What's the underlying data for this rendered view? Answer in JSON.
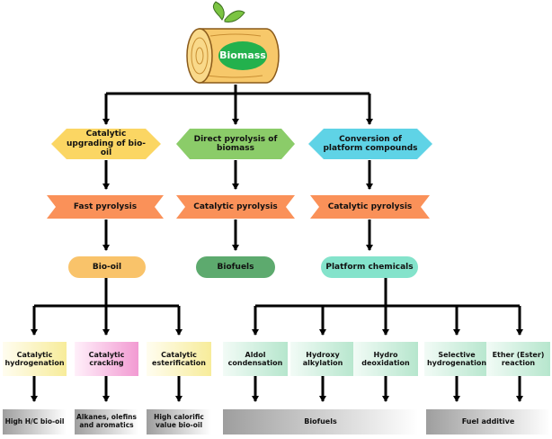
{
  "root": {
    "label": "Biomass"
  },
  "routes": [
    {
      "title": "Catalytic upgrading of bio-oil",
      "process": "Fast pyrolysis",
      "product": "Bio-oil",
      "colors": {
        "route": "#fbd663",
        "product": "#f9c36a"
      }
    },
    {
      "title": "Direct pyrolysis of biomass",
      "process": "Catalytic pyrolysis",
      "product": "Biofuels",
      "colors": {
        "route": "#8bcc69",
        "product": "#5daa6e"
      }
    },
    {
      "title": "Conversion of platform compounds",
      "process": "Catalytic pyrolysis",
      "product": "Platform chemicals",
      "colors": {
        "route": "#5fd3e6",
        "product": "#84e3cb"
      }
    }
  ],
  "bio_oil_branches": [
    "Catalytic hydrogenation",
    "Catalytic cracking",
    "Catalytic esterification"
  ],
  "platform_branches": [
    "Aldol condensation",
    "Hydroxy alkylation",
    "Hydro deoxidation",
    "Selective hydrogenation",
    "Ether (Ester) reaction"
  ],
  "outputs": [
    "High H/C bio-oil",
    "Alkanes, olefins and aromatics",
    "High calorific value bio-oil",
    "Biofuels",
    "Fuel additive"
  ],
  "colors": {
    "process": "#fa9159",
    "log": "#f7c86a",
    "log_end": "#e8ad44",
    "leaf": "#7bc442",
    "biomass_ellipse": "#23b14d",
    "branch_yellow": "#fdf3b0",
    "branch_pink": "#f4a6d7",
    "branch_green": "#c5ecd8",
    "output_gray": "#a7a7a7"
  }
}
